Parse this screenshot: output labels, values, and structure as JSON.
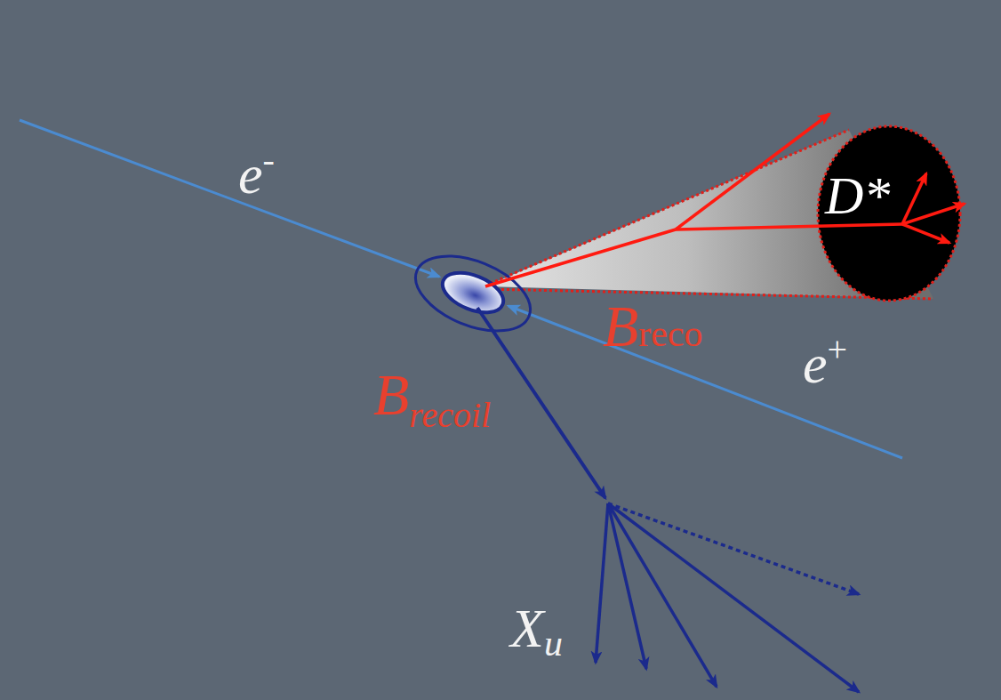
{
  "diagram": {
    "nodes": [
      {
        "text": [
          "D*"
        ]
      }
    ],
    "labels": [
      "e-",
      "e+",
      "Breco",
      "Brecoil",
      "Xu"
    ]
  }
}
